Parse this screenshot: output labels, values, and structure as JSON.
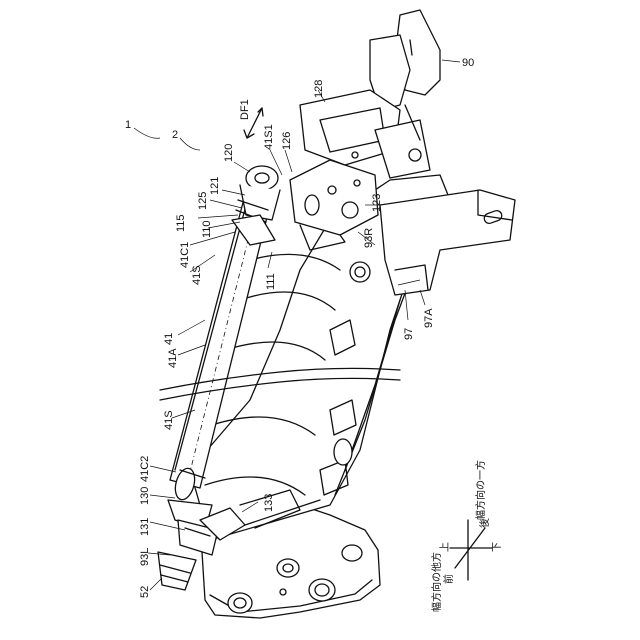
{
  "labels": {
    "l1": "1",
    "l2": "2",
    "l90": "90",
    "l128": "128",
    "lDF1": "DF1",
    "l120": "120",
    "l41S1": "41S1",
    "l126": "126",
    "l121": "121",
    "l125": "125",
    "l115": "115",
    "l110": "110",
    "l41C1": "41C1",
    "l41S_top": "41S",
    "l111": "111",
    "l123": "123",
    "l93R": "93R",
    "l41": "41",
    "l41A": "41A",
    "l97A": "97A",
    "l97": "97",
    "l41S_bot": "41S",
    "l41C2": "41C2",
    "l130": "130",
    "l133": "133",
    "l131": "131",
    "l93L": "93L",
    "l52": "52"
  },
  "axes": {
    "up": "上",
    "down": "下",
    "back": "後",
    "front": "前",
    "width_one": "幅方向の一方",
    "width_other": "幅方向の他方"
  }
}
